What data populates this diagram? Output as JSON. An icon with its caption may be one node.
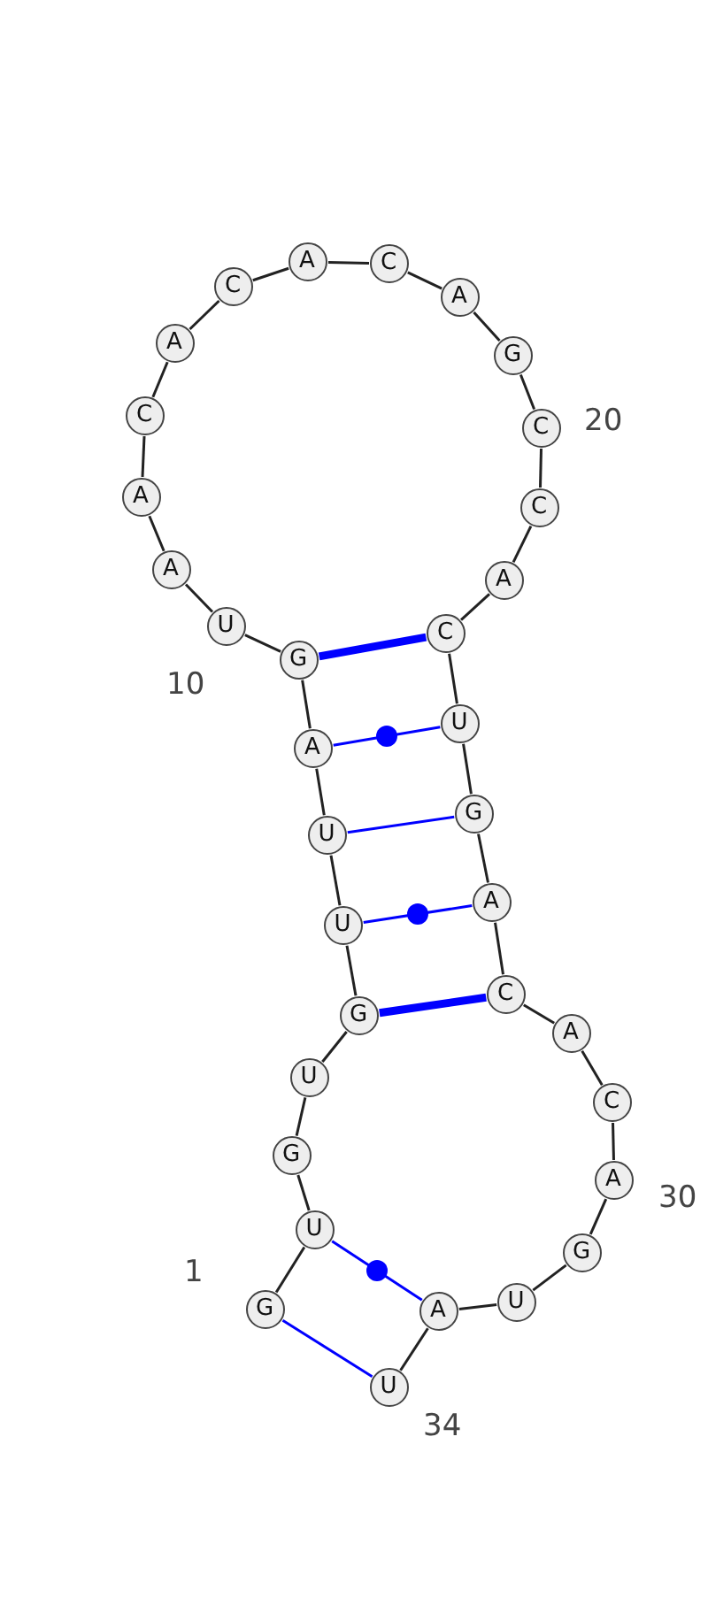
{
  "diagram": {
    "nodes": [
      {
        "text": [
          "G"
        ],
        "beside": [
          "1"
        ]
      },
      {
        "text": [
          "U"
        ]
      },
      {
        "text": [
          "G"
        ]
      },
      {
        "text": [
          "U"
        ]
      },
      {
        "text": [
          "G"
        ]
      },
      {
        "text": [
          "U"
        ]
      },
      {
        "text": [
          "U"
        ]
      },
      {
        "text": [
          "A"
        ]
      },
      {
        "text": [
          "G"
        ]
      },
      {
        "text": [
          "U"
        ],
        "beside": [
          "10"
        ]
      },
      {
        "text": [
          "A"
        ]
      },
      {
        "text": [
          "A"
        ]
      },
      {
        "text": [
          "C"
        ]
      },
      {
        "text": [
          "A"
        ]
      },
      {
        "text": [
          "C"
        ]
      },
      {
        "text": [
          "A"
        ]
      },
      {
        "text": [
          "C"
        ]
      },
      {
        "text": [
          "A"
        ]
      },
      {
        "text": [
          "G"
        ]
      },
      {
        "text": [
          "C"
        ],
        "beside": [
          "20"
        ]
      },
      {
        "text": [
          "C"
        ]
      },
      {
        "text": [
          "A"
        ]
      },
      {
        "text": [
          "C"
        ]
      },
      {
        "text": [
          "U"
        ]
      },
      {
        "text": [
          "G"
        ]
      },
      {
        "text": [
          "A"
        ]
      },
      {
        "text": [
          "C"
        ]
      },
      {
        "text": [
          "A"
        ]
      },
      {
        "text": [
          "C"
        ]
      },
      {
        "text": [
          "A"
        ],
        "beside": [
          "30"
        ]
      },
      {
        "text": [
          "G"
        ]
      },
      {
        "text": [
          "U"
        ]
      },
      {
        "text": [
          "A"
        ]
      },
      {
        "text": [
          "U"
        ],
        "beside": [
          "34"
        ]
      }
    ],
    "edges": [
      {
        "from": 0,
        "to": 1,
        "arrow": "none"
      },
      {
        "from": 1,
        "to": 2,
        "arrow": "none"
      },
      {
        "from": 2,
        "to": 3,
        "arrow": "none"
      },
      {
        "from": 3,
        "to": 4,
        "arrow": "none"
      },
      {
        "from": 4,
        "to": 5,
        "arrow": "none"
      },
      {
        "from": 5,
        "to": 6,
        "arrow": "none"
      },
      {
        "from": 6,
        "to": 7,
        "arrow": "none"
      },
      {
        "from": 7,
        "to": 8,
        "arrow": "none"
      },
      {
        "from": 8,
        "to": 9,
        "arrow": "none"
      },
      {
        "from": 9,
        "to": 10,
        "arrow": "none"
      },
      {
        "from": 10,
        "to": 11,
        "arrow": "none"
      },
      {
        "from": 11,
        "to": 12,
        "arrow": "none"
      },
      {
        "from": 12,
        "to": 13,
        "arrow": "none"
      },
      {
        "from": 13,
        "to": 14,
        "arrow": "none"
      },
      {
        "from": 14,
        "to": 15,
        "arrow": "none"
      },
      {
        "from": 15,
        "to": 16,
        "arrow": "none"
      },
      {
        "from": 16,
        "to": 17,
        "arrow": "none"
      },
      {
        "from": 17,
        "to": 18,
        "arrow": "none"
      },
      {
        "from": 18,
        "to": 19,
        "arrow": "none"
      },
      {
        "from": 19,
        "to": 20,
        "arrow": "none"
      },
      {
        "from": 20,
        "to": 21,
        "arrow": "none"
      },
      {
        "from": 21,
        "to": 22,
        "arrow": "none"
      },
      {
        "from": 22,
        "to": 23,
        "arrow": "none"
      },
      {
        "from": 23,
        "to": 24,
        "arrow": "none"
      },
      {
        "from": 24,
        "to": 25,
        "arrow": "none"
      },
      {
        "from": 25,
        "to": 26,
        "arrow": "none"
      },
      {
        "from": 26,
        "to": 27,
        "arrow": "none"
      },
      {
        "from": 27,
        "to": 28,
        "arrow": "none"
      },
      {
        "from": 28,
        "to": 29,
        "arrow": "none"
      },
      {
        "from": 29,
        "to": 30,
        "arrow": "none"
      },
      {
        "from": 30,
        "to": 31,
        "arrow": "none"
      },
      {
        "from": 31,
        "to": 32,
        "arrow": "none"
      },
      {
        "from": 32,
        "to": 33,
        "arrow": "none"
      },
      {
        "from": 8,
        "to": 22,
        "arrow": "none",
        "style": "thick",
        "color": "#0000ff"
      },
      {
        "from": 7,
        "to": 23,
        "arrow": "none",
        "color": "#0000ff"
      },
      {
        "from": 6,
        "to": 24,
        "arrow": "none",
        "color": "#0000ff"
      },
      {
        "from": 5,
        "to": 25,
        "arrow": "none",
        "color": "#0000ff"
      },
      {
        "from": 4,
        "to": 26,
        "arrow": "none",
        "style": "thick",
        "color": "#0000ff"
      },
      {
        "from": 1,
        "to": 32,
        "arrow": "none",
        "color": "#0000ff"
      },
      {
        "from": 0,
        "to": 33,
        "arrow": "none",
        "color": "#0000ff"
      }
    ]
  }
}
